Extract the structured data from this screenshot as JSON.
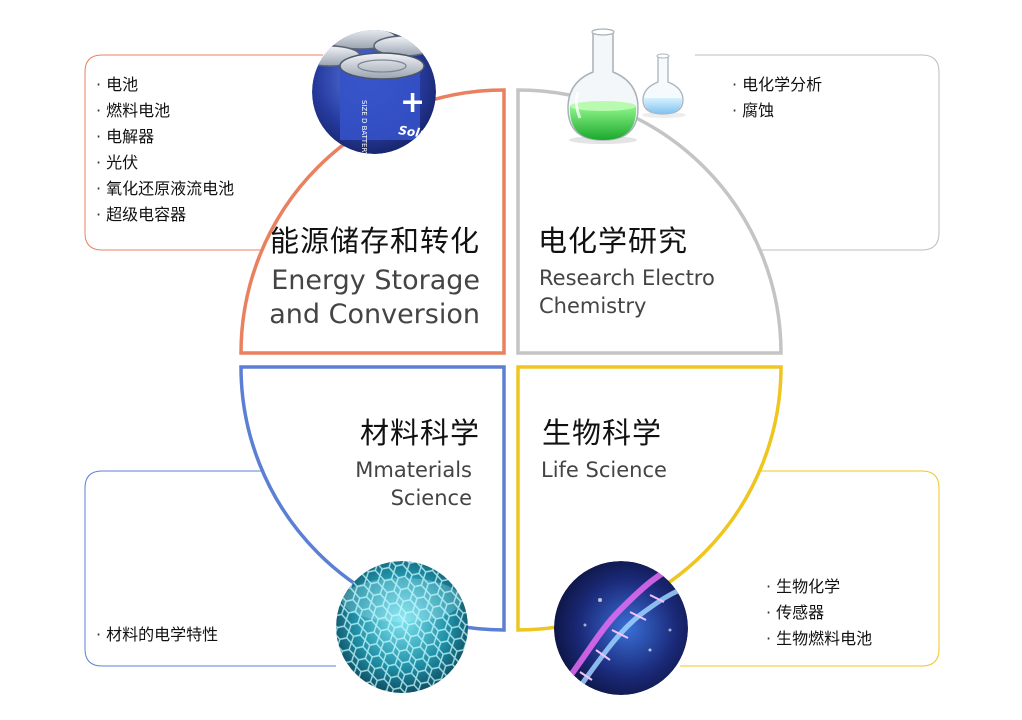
{
  "quadrants": {
    "energy": {
      "title_cn": "能源储存和转化",
      "title_en": "Energy Storage\nand Conversion",
      "items": [
        "电池",
        "燃料电池",
        "电解器",
        "光伏",
        "氧化还原液流电池",
        "超级电容器"
      ],
      "color": "#e9805f",
      "icon": "battery-image"
    },
    "electrochem": {
      "title_cn": "电化学研究",
      "title_en": "Research Electro\nChemistry",
      "items": [
        "电化学分析",
        "腐蚀"
      ],
      "color": "#c4c4c4",
      "icon": "flask-image"
    },
    "materials": {
      "title_cn": "材料科学",
      "title_en": "Mmaterials\nScience",
      "items": [
        "材料的电学特性"
      ],
      "color": "#5b7fd4",
      "icon": "graphene-image"
    },
    "life": {
      "title_cn": "生物科学",
      "title_en": "Life Science",
      "items": [
        "生物化学",
        "传感器",
        "生物燃料电池"
      ],
      "color": "#efc520",
      "icon": "dna-image"
    }
  },
  "image_text": {
    "battery_label": "SIZE D BATTERY",
    "battery_brand": "Solar"
  }
}
